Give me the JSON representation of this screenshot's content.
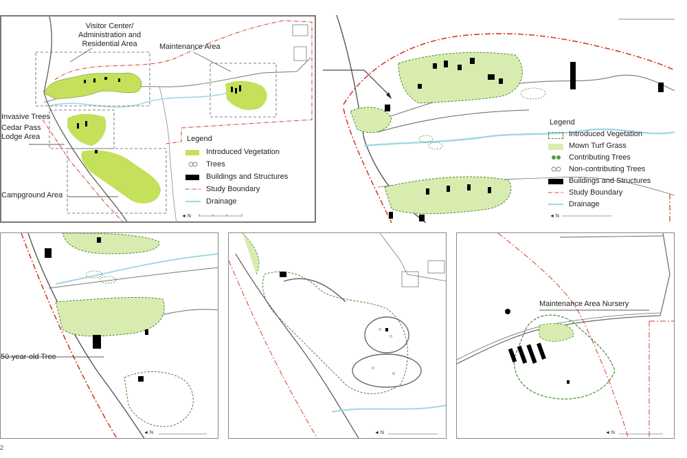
{
  "colors": {
    "introduced_vegetation": "#c5e05a",
    "mown_turf": "#d9ecb0",
    "contributing_trees": "#5a9a3a",
    "buildings": "#000000",
    "study_boundary": "#d23a2a",
    "drainage": "#9fd6e3",
    "roads": "#555555",
    "veg_outline": "#3f8a2b",
    "panel_frame": "#888888"
  },
  "panel1": {
    "labels": {
      "visitor_center": "Visitor Center/\nAdministration and\nResidential Area",
      "maintenance_area": "Maintenance Area",
      "invasive_trees": "Invasive Trees",
      "cedar_pass": "Cedar Pass\nLodge Area",
      "campground": "Campground Area"
    },
    "legend": {
      "title": "Legend",
      "items": [
        "Introduced Vegetation",
        "Trees",
        "Buildings and Structures",
        "Study Boundary",
        "Drainage"
      ]
    },
    "north": "N"
  },
  "panel2": {
    "legend": {
      "title": "Legend",
      "items": [
        "Introduced Vegetation",
        "Mown Turf Grass",
        "Contributing Trees",
        "Non-contributing Trees",
        "Buildings and Structures",
        "Study Boundary",
        "Drainage"
      ]
    },
    "north": "N"
  },
  "panel3": {
    "labels": {
      "tree": "50-year-old Tree"
    },
    "north": "N"
  },
  "panel4": {
    "north": "N"
  },
  "panel5": {
    "labels": {
      "nursery": "Maintenance Area Nursery"
    },
    "north": "N"
  },
  "page_number": "2"
}
